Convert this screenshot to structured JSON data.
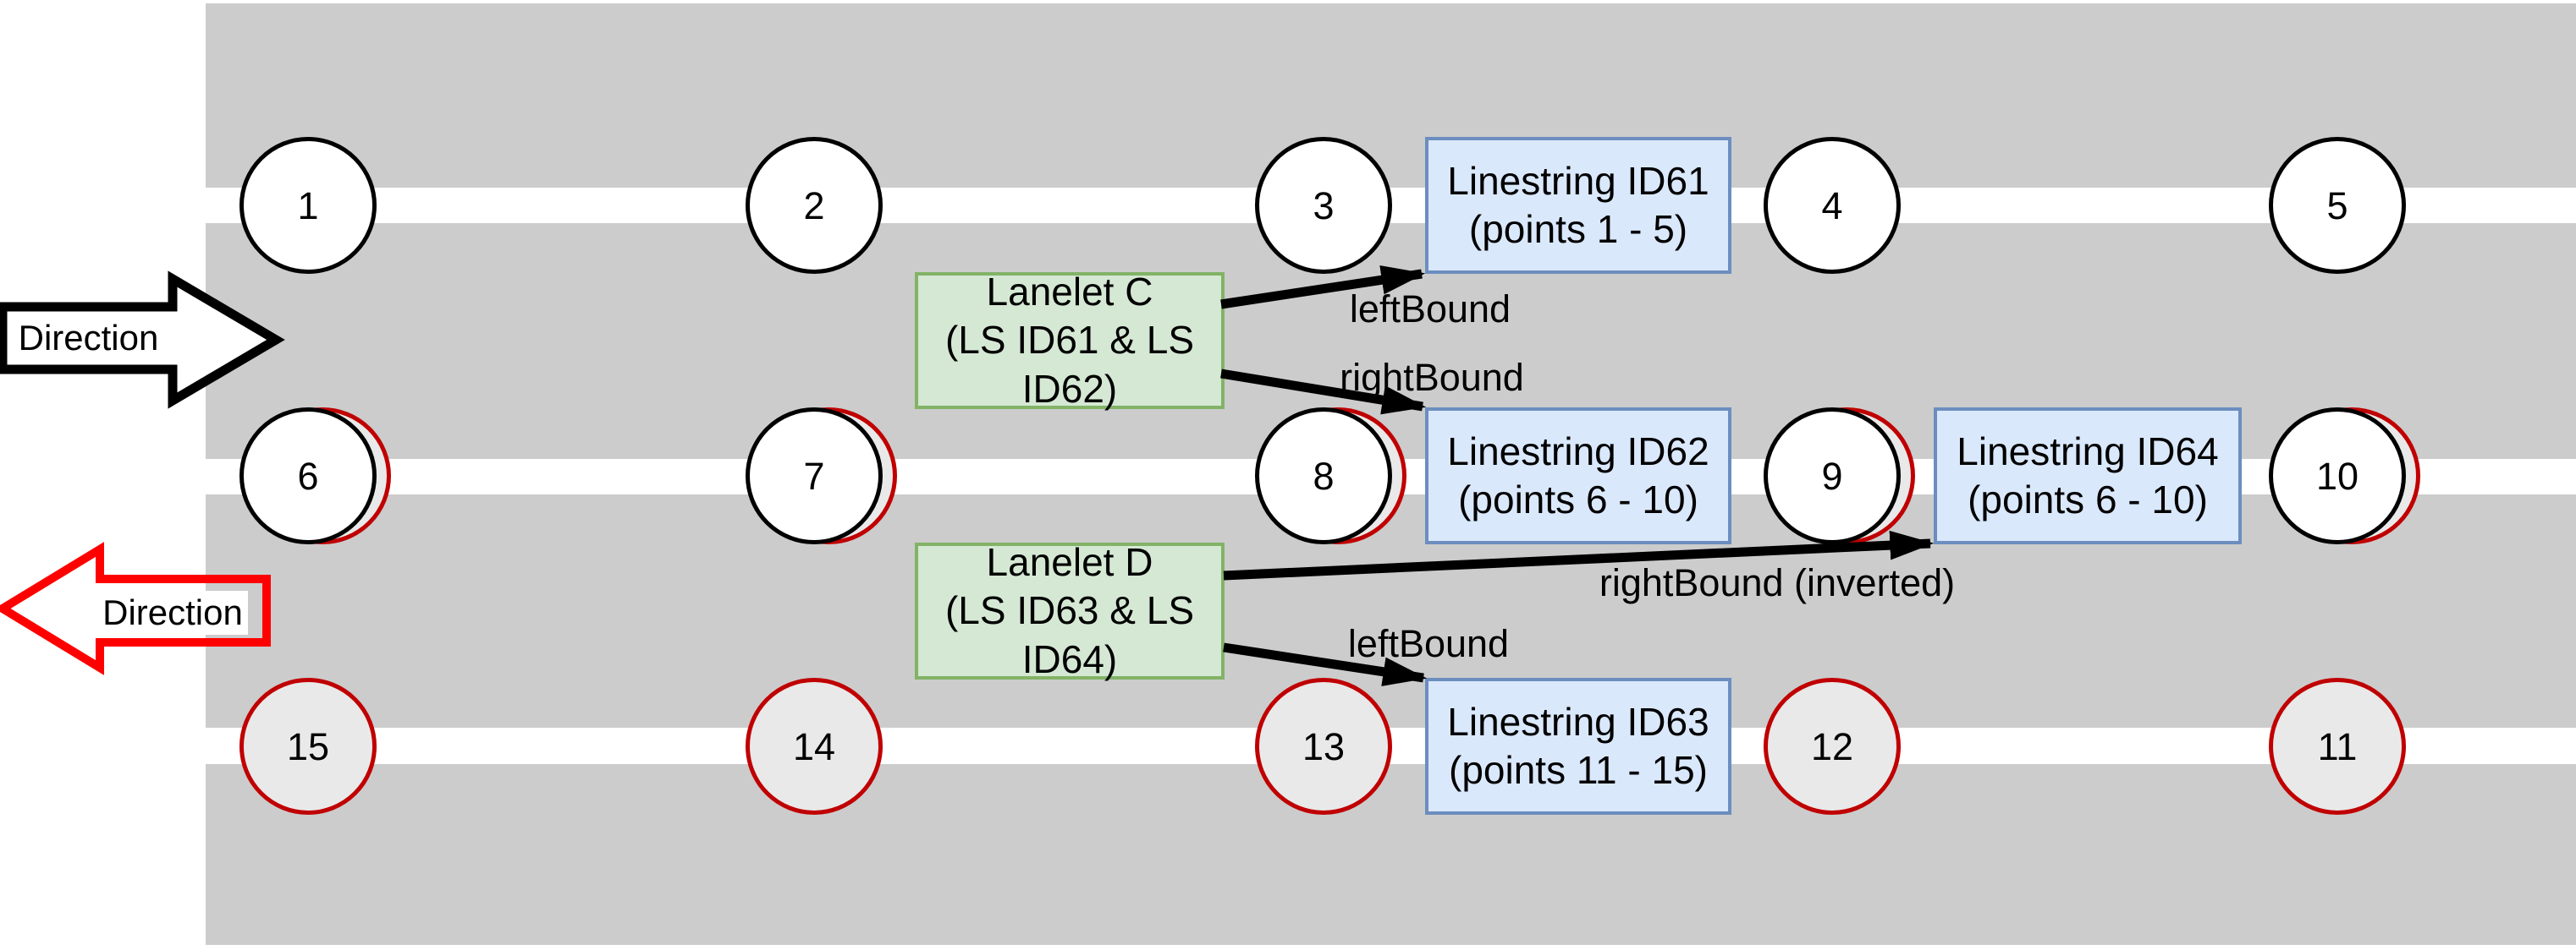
{
  "colors": {
    "road": "#CCCCCC",
    "lane": "#FFFFFF",
    "ink": "#000000",
    "point_alt_fill": "#E9E9E9",
    "stroke_red": "#C00000",
    "arrow_red": "#FF0000",
    "lanelet_fill": "#D5E8D4",
    "lanelet_stroke": "#82B366",
    "linestring_fill": "#DAE8FC",
    "linestring_stroke": "#6C8EBF"
  },
  "direction_arrows": {
    "forward": {
      "label": "Direction"
    },
    "reverse": {
      "label": "Direction"
    }
  },
  "points": {
    "row1": [
      "1",
      "2",
      "3",
      "4",
      "5"
    ],
    "row2": [
      "6",
      "7",
      "8",
      "9",
      "10"
    ],
    "row3": [
      "15",
      "14",
      "13",
      "12",
      "11"
    ]
  },
  "lanelets": {
    "c": {
      "line1": "Lanelet C",
      "line2": "(LS ID61 & LS",
      "line3": "ID62)"
    },
    "d": {
      "line1": "Lanelet D",
      "line2": "(LS ID63 & LS",
      "line3": "ID64)"
    }
  },
  "linestrings": {
    "id61": {
      "line1": "Linestring ID61",
      "line2": "(points 1 - 5)"
    },
    "id62": {
      "line1": "Linestring ID62",
      "line2": "(points 6 - 10)"
    },
    "id63": {
      "line1": "Linestring ID63",
      "line2": "(points 11 - 15)"
    },
    "id64": {
      "line1": "Linestring ID64",
      "line2": "(points 6 - 10)"
    }
  },
  "connectors": {
    "c_left": {
      "label": "leftBound"
    },
    "c_right": {
      "label": "rightBound"
    },
    "d_right": {
      "label": "rightBound (inverted)"
    },
    "d_left": {
      "label": "leftBound"
    }
  }
}
